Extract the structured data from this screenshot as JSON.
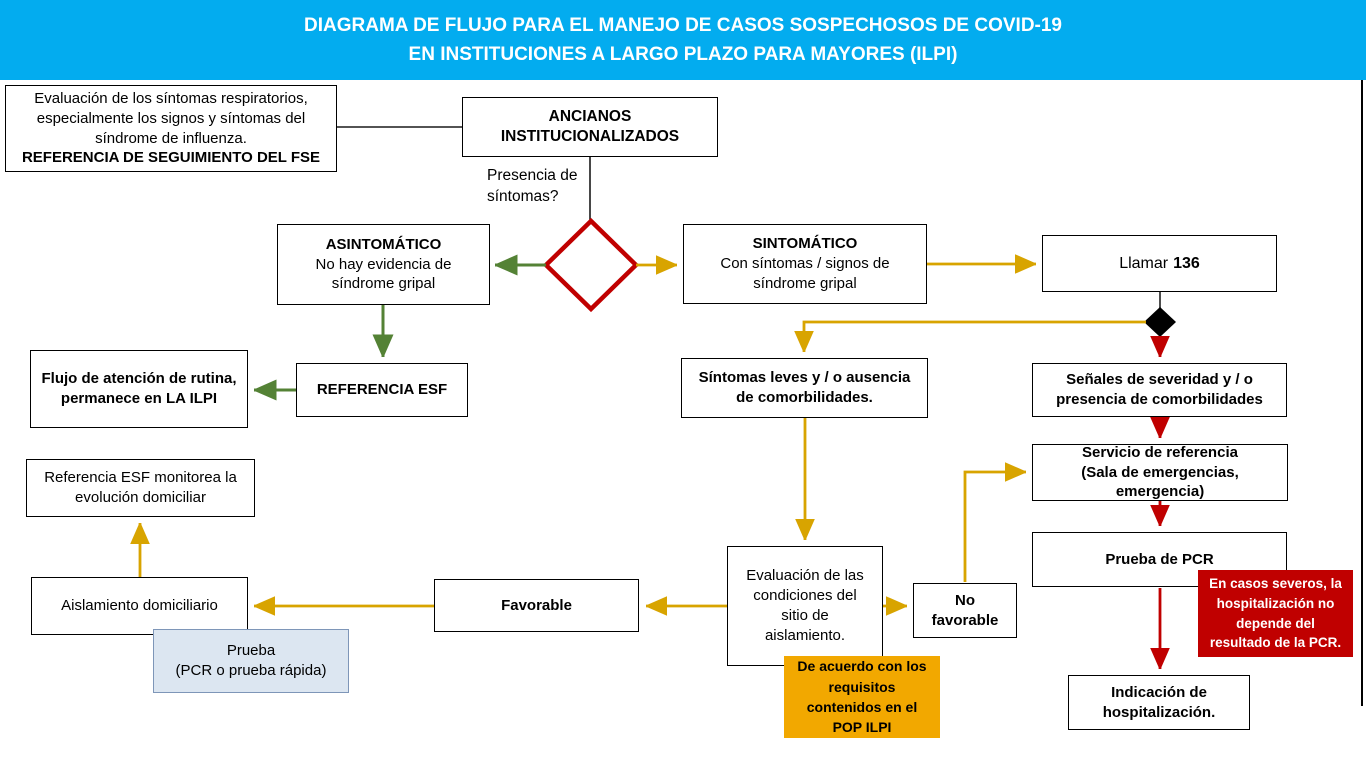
{
  "banner": {
    "line1": "DIAGRAMA DE FLUJO PARA EL MANEJO DE CASOS SOSPECHOSOS DE COVID-19",
    "line2": "EN INSTITUCIONES A LARGO PLAZO PARA MAYORES (ILPI)"
  },
  "colors": {
    "banner_bg": "#03ACEF",
    "arrow_gold": "#D8A400",
    "arrow_green": "#548235",
    "arrow_red": "#C00000",
    "decision_diamond_border": "#C00000",
    "connector_diamond_fill": "#000000",
    "severe_note_bg": "#C00000",
    "pop_note_bg": "#F2A800",
    "test_note_bg": "#DCE6F1"
  },
  "nodes": {
    "fse_note": {
      "text": "Evaluación de los síntomas respiratorios, especialmente los signos y síntomas del síndrome de influenza.",
      "bold": "REFERENCIA DE SEGUIMIENTO DEL FSE"
    },
    "ancianos": {
      "title": "ANCIANOS INSTITUCIONALIZADOS"
    },
    "decision_question": {
      "label": "Presencia de síntomas?"
    },
    "asintomatico": {
      "title": "ASINTOMÁTICO",
      "subtitle": "No hay evidencia de síndrome gripal"
    },
    "sintomatico": {
      "title": "SINTOMÁTICO",
      "subtitle": "Con síntomas / signos de síndrome gripal"
    },
    "llamar": {
      "prefix": "Llamar",
      "number": "136"
    },
    "referencia_esf": {
      "title": "REFERENCIA ESF"
    },
    "flujo_rutina": {
      "text": "Flujo de atención de rutina, permanece en LA ILPI"
    },
    "sintomas_leves": {
      "text": "Síntomas leves y / o ausencia de comorbilidades."
    },
    "senales_severidad": {
      "text": "Señales de severidad y / o presencia de comorbilidades"
    },
    "servicio_referencia": {
      "line1": "Servicio de referencia",
      "line2": "(Sala de emergencias, emergencia)"
    },
    "prueba_pcr": {
      "text": "Prueba de PCR"
    },
    "nota_severa": {
      "text": "En casos severos, la hospitalización no depende del resultado de la PCR."
    },
    "indicacion": {
      "text": "Indicación de hospitalización."
    },
    "monitorea": {
      "text": "Referencia ESF monitorea la evolución domiciliar"
    },
    "aislamiento": {
      "text": "Aislamiento domiciliario"
    },
    "prueba_rapida": {
      "line1": "Prueba",
      "line2": "(PCR o prueba rápida)"
    },
    "favorable": {
      "text": "Favorable"
    },
    "evaluacion": {
      "text": "Evaluación de las condiciones del sitio de aislamiento."
    },
    "no_favorable": {
      "text": "No favorable"
    },
    "pop_ilpi": {
      "text": "De acuerdo con los requisitos contenidos en el POP ILPI"
    }
  }
}
